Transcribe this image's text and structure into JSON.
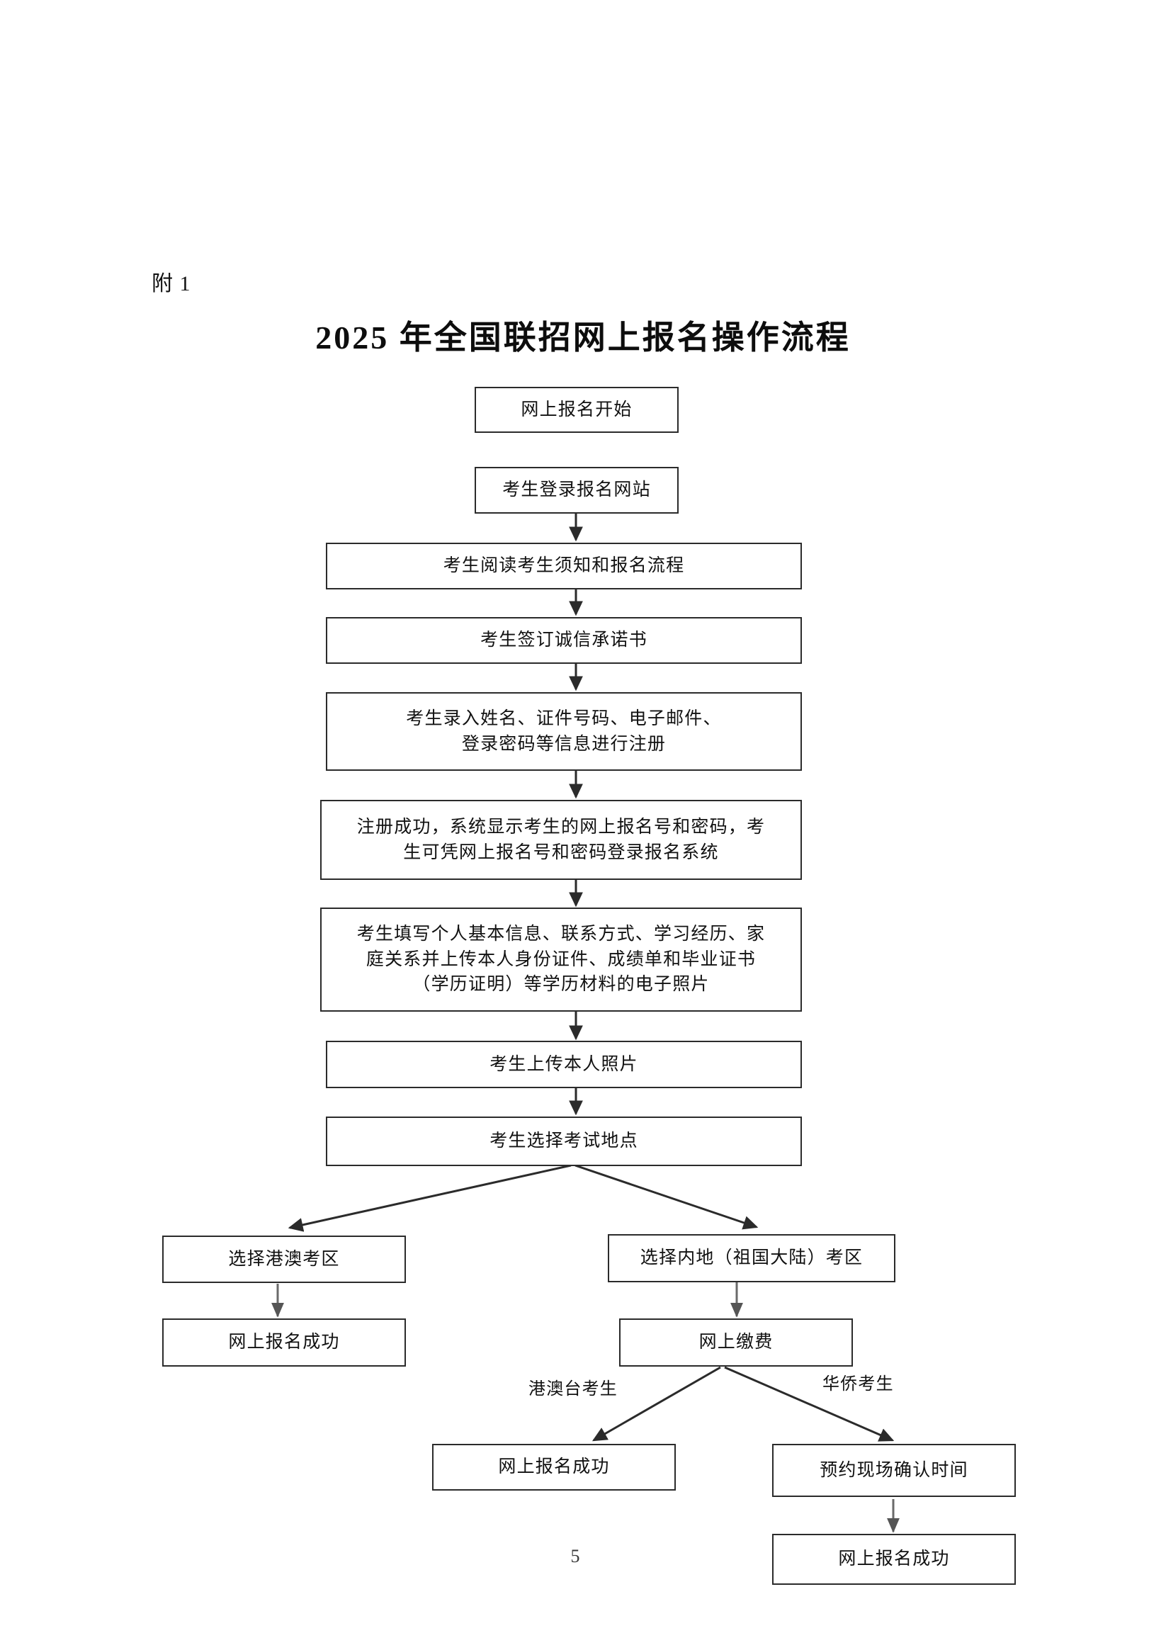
{
  "document": {
    "attachment_label": "附 1",
    "title": "2025 年全国联招网上报名操作流程",
    "page_number": "5"
  },
  "flowchart": {
    "type": "flowchart",
    "orientation": "top-to-bottom",
    "nodes": [
      {
        "id": "n1",
        "label": "网上报名开始"
      },
      {
        "id": "n2",
        "label": "考生登录报名网站"
      },
      {
        "id": "n3",
        "label": "考生阅读考生须知和报名流程"
      },
      {
        "id": "n4",
        "label": "考生签订诚信承诺书"
      },
      {
        "id": "n5",
        "label": "考生录入姓名、证件号码、电子邮件、\n登录密码等信息进行注册"
      },
      {
        "id": "n6",
        "label": "注册成功，系统显示考生的网上报名号和密码，考\n生可凭网上报名号和密码登录报名系统"
      },
      {
        "id": "n7",
        "label": "考生填写个人基本信息、联系方式、学习经历、家\n庭关系并上传本人身份证件、成绩单和毕业证书\n（学历证明）等学历材料的电子照片"
      },
      {
        "id": "n8",
        "label": "考生上传本人照片"
      },
      {
        "id": "n9",
        "label": "考生选择考试地点"
      },
      {
        "id": "n10",
        "label": "选择港澳考区"
      },
      {
        "id": "n11",
        "label": "网上报名成功"
      },
      {
        "id": "n12",
        "label": "选择内地（祖国大陆）考区"
      },
      {
        "id": "n13",
        "label": "网上缴费"
      },
      {
        "id": "n14",
        "label": "网上报名成功"
      },
      {
        "id": "n15",
        "label": "预约现场确认时间"
      },
      {
        "id": "n16",
        "label": "网上报名成功"
      }
    ],
    "edges": [
      {
        "from": "n1",
        "to": "n2",
        "label": ""
      },
      {
        "from": "n2",
        "to": "n3",
        "label": ""
      },
      {
        "from": "n3",
        "to": "n4",
        "label": ""
      },
      {
        "from": "n4",
        "to": "n5",
        "label": ""
      },
      {
        "from": "n5",
        "to": "n6",
        "label": ""
      },
      {
        "from": "n6",
        "to": "n7",
        "label": ""
      },
      {
        "from": "n7",
        "to": "n8",
        "label": ""
      },
      {
        "from": "n8",
        "to": "n9",
        "label": ""
      },
      {
        "from": "n9",
        "to": "n10",
        "label": ""
      },
      {
        "from": "n9",
        "to": "n12",
        "label": ""
      },
      {
        "from": "n10",
        "to": "n11",
        "label": ""
      },
      {
        "from": "n12",
        "to": "n13",
        "label": ""
      },
      {
        "from": "n13",
        "to": "n14",
        "label": "港澳台考生"
      },
      {
        "from": "n13",
        "to": "n15",
        "label": "华侨考生"
      },
      {
        "from": "n15",
        "to": "n16",
        "label": ""
      }
    ],
    "edge_labels": {
      "gangaotai": "港澳台考生",
      "huaqiao": "华侨考生"
    },
    "colors": {
      "border": "#2b2b2b",
      "text": "#111111",
      "background": "#ffffff"
    }
  }
}
